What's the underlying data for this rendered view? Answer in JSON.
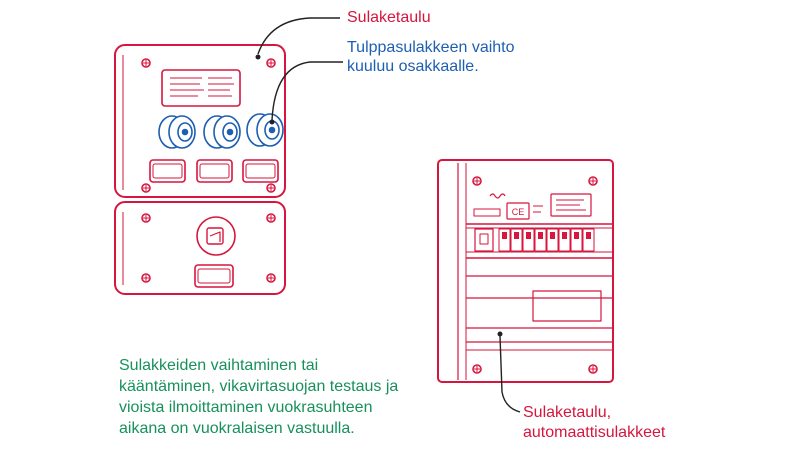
{
  "labels": {
    "old_panel": "Sulaketaulu",
    "plug_fuse": {
      "line1": "Tulppasulakkeen vaihto",
      "line2": "kuuluu osakkaalle."
    },
    "auto_panel": {
      "line1": "Sulaketaulu,",
      "line2": "automaattisulakkeet"
    },
    "responsibility": {
      "line1": "Sulakkeiden vaihtaminen tai",
      "line2": "kääntäminen, vikavirtasuojan testaus ja",
      "line3": "vioista ilmoittaminen vuokrasuhteen",
      "line4": "aikana on vuokralaisen vastuulla."
    }
  },
  "colors": {
    "outline_red": "#d6163e",
    "fuse_blue": "#1d5fb0",
    "text_green": "#17915c",
    "leader_line": "#222222"
  },
  "icons": {
    "old_panel": "fuse-box-with-plug-fuses-icon",
    "new_panel": "breaker-panel-icon"
  }
}
